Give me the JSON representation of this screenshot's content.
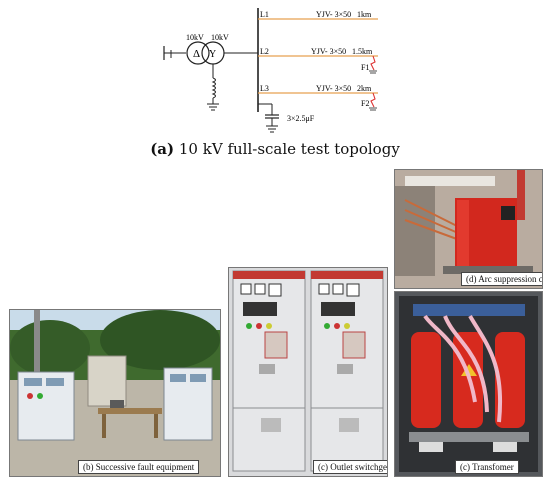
{
  "topology": {
    "caption_bold": "(a)",
    "caption_text": " 10 kV full-scale test topology",
    "source_left_kv": "10kV",
    "source_right_kv": "10kV",
    "delta_symbol": "Δ",
    "wye_symbol": "Y",
    "lines": [
      {
        "name": "L1",
        "cable": "YJV- 3×50",
        "length": "1km"
      },
      {
        "name": "L2",
        "cable": "YJV- 3×50",
        "length": "1.5km",
        "fault": "F1"
      },
      {
        "name": "L3",
        "cable": "YJV- 3×50",
        "length": "2km",
        "fault": "F2"
      }
    ],
    "capacitor": "3×2.5μF",
    "line_color": "#e8a050"
  },
  "photos": {
    "b": "(b) Successive fault equipment",
    "c1": "(c) Outlet switchgear",
    "d": "(d) Arc suppression coil",
    "c2": "(c) Transfomer"
  }
}
